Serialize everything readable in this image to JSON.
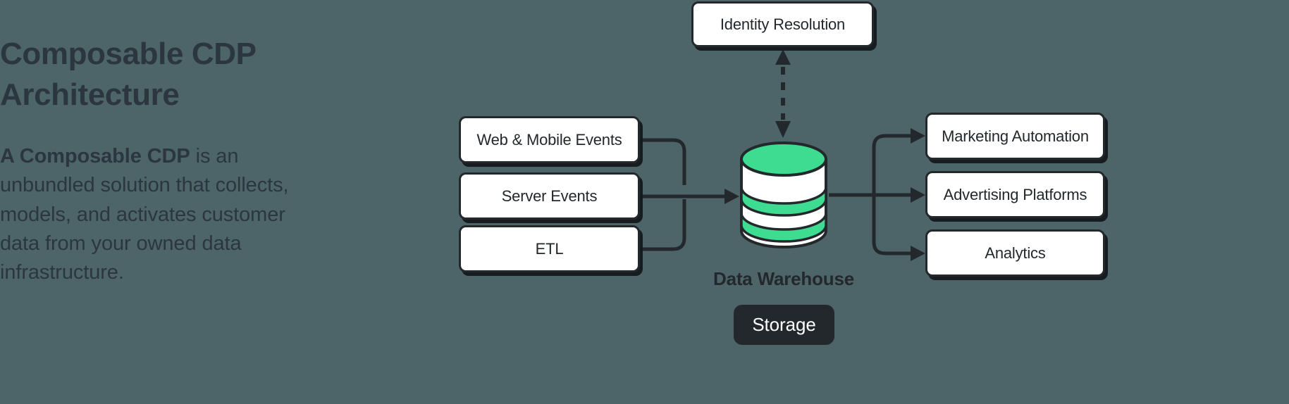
{
  "page": {
    "background_color": "#4d6569",
    "ink_color": "#23282d",
    "accent_green": "#3ddc91"
  },
  "left": {
    "headline": "Composable CDP Architecture",
    "body_bold": "A Composable CDP",
    "body_rest": " is an unbundled solution that collects, models, and activates customer data from your owned data infrastructure."
  },
  "diagram": {
    "sources": [
      {
        "label": "Web & Mobile Events"
      },
      {
        "label": "Server Events"
      },
      {
        "label": "ETL"
      }
    ],
    "identity": {
      "label": "Identity Resolution"
    },
    "warehouse": {
      "icon": "database-cylinder-icon",
      "label": "Data Warehouse",
      "badge": "Storage"
    },
    "destinations": [
      {
        "label": "Marketing Automation"
      },
      {
        "label": "Advertising Platforms"
      },
      {
        "label": "Analytics"
      }
    ],
    "connectors": {
      "sources_to_warehouse": "solid-merge-arrow",
      "warehouse_to_destinations": "solid-split-arrow",
      "identity_link": "dashed-bidirectional-arrow"
    }
  }
}
